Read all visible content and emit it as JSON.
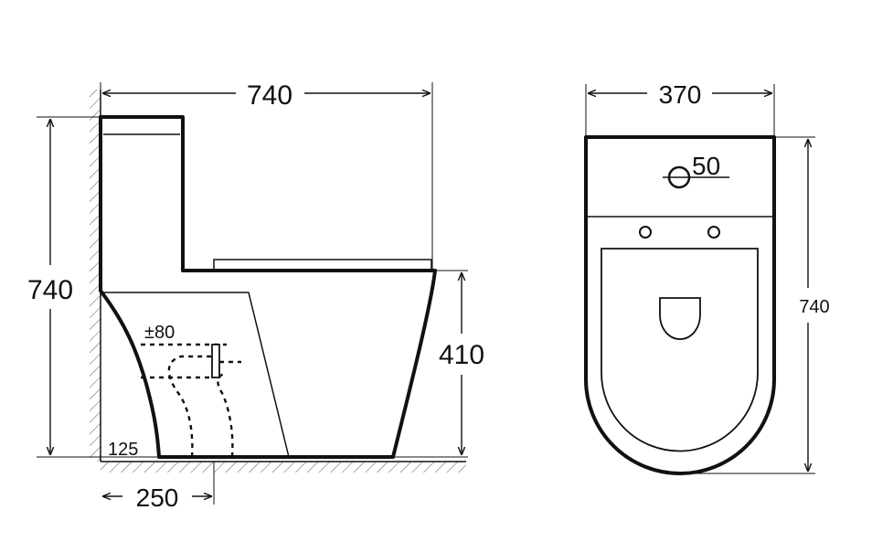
{
  "side_view": {
    "overall_length": "740",
    "overall_height": "740",
    "seat_height": "410",
    "outlet_tolerance": "±80",
    "rough_in_offset": "125",
    "rough_in": "250"
  },
  "top_view": {
    "overall_width": "370",
    "overall_length": "740",
    "flush_hole": "50"
  },
  "colors": {
    "line": "#111111",
    "background": "#ffffff"
  }
}
